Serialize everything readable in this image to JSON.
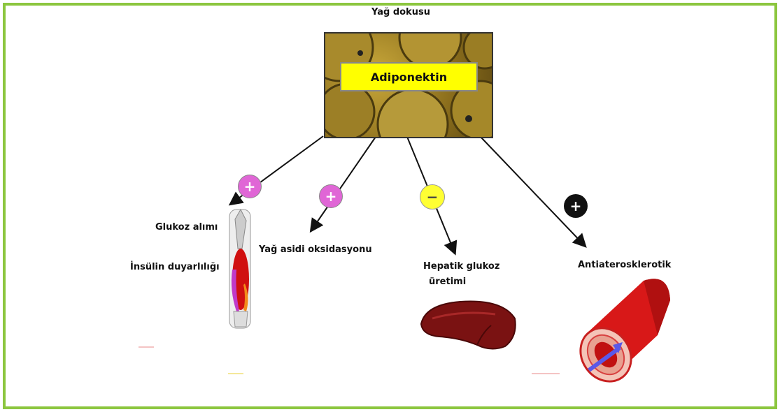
{
  "diagram": {
    "source_title": "Yağ dokusu",
    "hormone": "Adiponektin",
    "effects": [
      {
        "id": "muscle",
        "labels": [
          "Glukoz alımı",
          "İnsülin duyarlılığı"
        ],
        "sign": "+",
        "sign_color": "#e066d6"
      },
      {
        "id": "fatty-acid",
        "labels": [
          "Yağ asidi oksidasyonu"
        ],
        "sign": "+",
        "sign_color": "#e066d6"
      },
      {
        "id": "liver",
        "labels": [
          "Hepatik glukoz",
          "üretimi"
        ],
        "sign": "−",
        "sign_color": "#ffff33"
      },
      {
        "id": "artery",
        "labels": [
          "Antiaterosklerotik"
        ],
        "sign": "+",
        "sign_color": "#111111"
      }
    ]
  },
  "colors": {
    "frame": "#8cc63f",
    "banner": "#ffff00"
  }
}
